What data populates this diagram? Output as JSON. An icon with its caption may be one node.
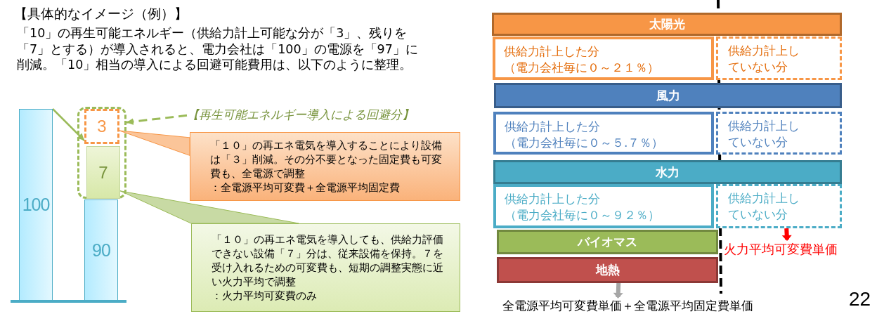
{
  "diagram": {
    "title": "【具体的なイメージ（例）】",
    "nodes": [
      {
        "text": [
          "100"
        ]
      },
      {
        "text": [],
        "shape": "box"
      },
      {
        "text": [
          "3"
        ],
        "in": 1
      },
      {
        "text": [
          "7"
        ],
        "in": 1
      },
      {
        "text": [
          "90"
        ]
      },
      {
        "text": [
          "【再生可能エネルギー導入による回避分】"
        ]
      },
      {
        "text": [
          "「１０」の再エネ電気を導入することにより設備は「３」削減。その分不要となった固定費も可変費も、全電源で調整",
          "：全電源平均可変費＋全電源平均固定費"
        ]
      },
      {
        "text": [
          "「１０」の再エネ電気を導入しても、供給力評価できない設備「７」分は、従来設備を保持。７を受け入れるための可変費も、短期の調整実態に近い火力平均で調整",
          "：火力平均可変費のみ"
        ]
      },
      {
        "text": [
          "太陽光"
        ]
      },
      {
        "text": [
          "供給力計上した分",
          "（電力会社毎に０～２１％）"
        ]
      },
      {
        "text": [
          "供給力計上していない分"
        ]
      },
      {
        "text": [
          "風力"
        ]
      },
      {
        "text": [
          "供給力計上した分",
          "（電力会社毎に０～５.７％）"
        ]
      },
      {
        "text": [
          "供給力計上していない分"
        ]
      },
      {
        "text": [
          "水力"
        ]
      },
      {
        "text": [
          "供給力計上した分",
          "（電力会社毎に０～９２％）"
        ]
      },
      {
        "text": [
          "供給力計上していない分"
        ]
      },
      {
        "text": [
          "バイオマス"
        ]
      },
      {
        "text": [
          "地熱"
        ]
      },
      {
        "text": [
          "火力平均可変費単価"
        ]
      },
      {
        "text": [
          "全電源平均可変費単価＋全電源平均固定費単価"
        ]
      }
    ],
    "edges": [
      {
        "from": 0,
        "to": 2,
        "arrow": "to"
      },
      {
        "from": 5,
        "to": 1,
        "arrow": "to",
        "style": "dashed"
      },
      {
        "from": 6,
        "to": 2,
        "arrow": "none",
        "color": "#f79646"
      },
      {
        "from": 7,
        "to": 3,
        "arrow": "none"
      },
      {
        "from": 16,
        "to": 19,
        "arrow": "to",
        "style": "thick",
        "color": "#ff0000"
      },
      {
        "from": 18,
        "to": 20,
        "arrow": "to",
        "style": "thick",
        "color": "#a6a6a6"
      }
    ],
    "labels": [
      "「10」の再生可能エネルギー（供給力計上可能な分が「3」、残りを「7」とする）が導入されると、電力会社は「100」の電源を「97」に削減。「10」相当の導入による回避可能費用は、以下のように整理。",
      "22"
    ]
  }
}
